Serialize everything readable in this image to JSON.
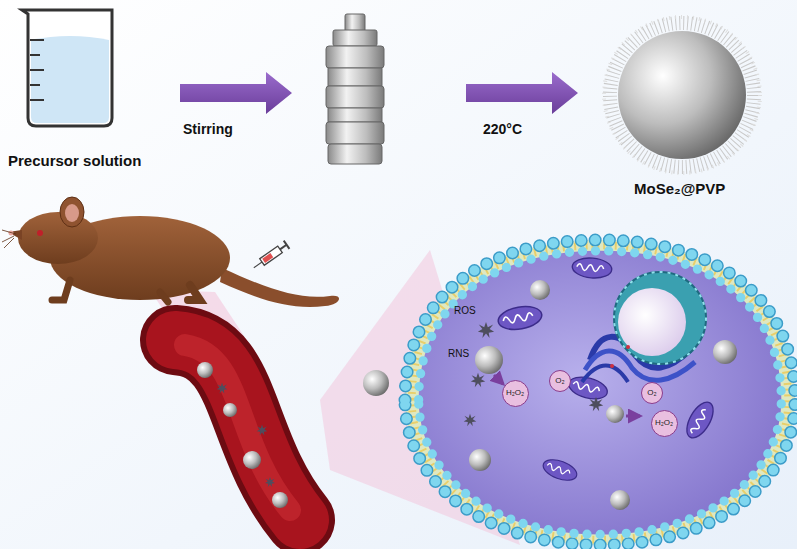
{
  "diagram": {
    "nodes": [
      {
        "text": [
          "H₂O₂"
        ]
      },
      {
        "text": [
          "O₂"
        ]
      },
      {
        "text": [
          "O₂"
        ]
      },
      {
        "text": [
          "H₂O₂"
        ]
      }
    ],
    "labels": [
      "Precursor solution",
      "Stirring",
      "220°C",
      "MoSe₂@PVP",
      "ROS",
      "RNS"
    ]
  }
}
